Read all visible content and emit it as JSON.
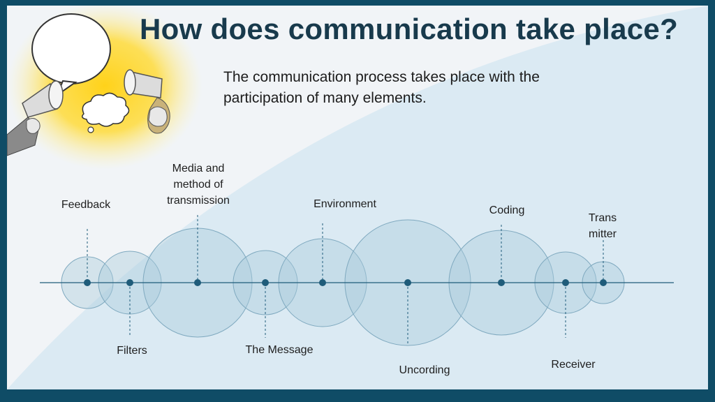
{
  "title": "How does communication take place?",
  "subtitle": "The communication process takes place with the participation of many elements.",
  "elements": [
    {
      "label": "Feedback"
    },
    {
      "label": "Filters"
    },
    {
      "label": "Media and method of transmission"
    },
    {
      "label": "The Message"
    },
    {
      "label": "Environment"
    },
    {
      "label": "Uncording"
    },
    {
      "label": "Coding"
    },
    {
      "label": "Receiver"
    },
    {
      "label": "Trans mitter"
    }
  ],
  "colors": {
    "frame": "#0f4c66",
    "title": "#183a4c",
    "bubble_fill": "#a9cbdb",
    "bubble_stroke": "#7fa9bf",
    "node": "#1f5c7a",
    "background_wedge": "#dbeaf3",
    "glow": "#ffd21a"
  },
  "illustration": {
    "items": [
      "speech-bubble-icon",
      "megaphone-icon",
      "thought-cloud-icon",
      "megaphone-icon"
    ]
  }
}
